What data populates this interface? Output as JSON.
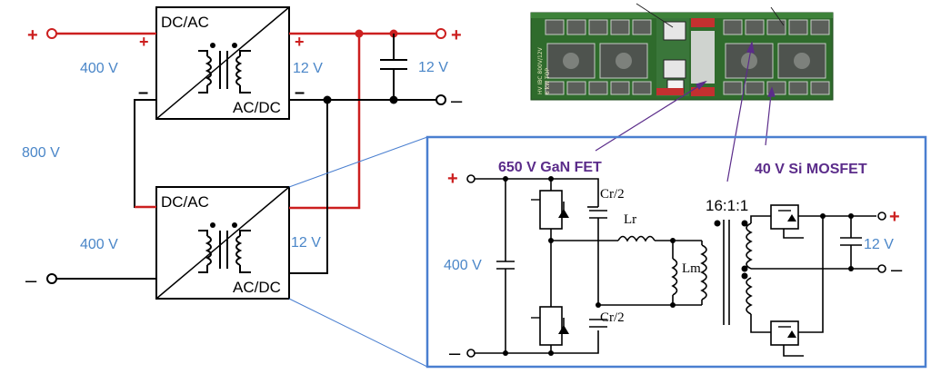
{
  "left": {
    "top_block": {
      "in_label": "DC/AC",
      "out_label": "AC/DC"
    },
    "bottom_block": {
      "in_label": "DC/AC",
      "out_label": "AC/DC"
    },
    "v_in_top": "400 V",
    "v_in_bottom": "400 V",
    "v_out_top": "12 V",
    "v_out_bottom": "12 V",
    "v_total": "800 V",
    "v_cap": "12 V",
    "plus": "+",
    "minus": "–"
  },
  "board": {
    "text_line1": "HV IBC 800V/12V",
    "text_line2": "6 kW TOP"
  },
  "callouts": {
    "gan": "650 V GaN FET",
    "si": "40 V Si MOSFET"
  },
  "detail": {
    "vin": "400 V",
    "vout": "12 V",
    "ratio": "16:1:1",
    "cr_top": "Cr/2",
    "cr_bot": "Cr/2",
    "lr": "Lr",
    "lm": "Lm",
    "plus": "+",
    "minus": "–"
  },
  "colors": {
    "red_wire": "#cc1f1f",
    "blue_text": "#4a86c8",
    "purple": "#5b2c8a",
    "frame": "#4a7fd0"
  }
}
